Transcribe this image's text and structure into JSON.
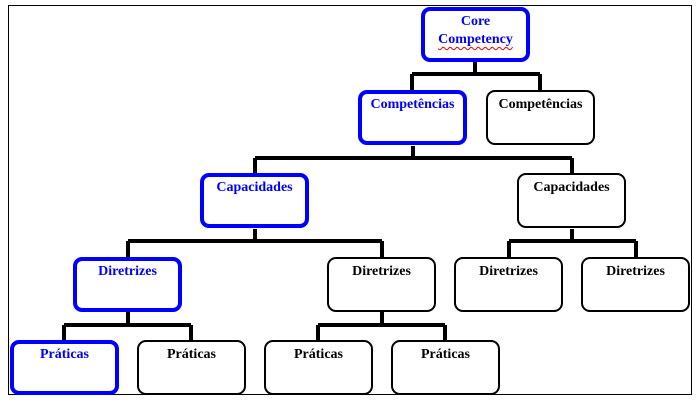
{
  "colors": {
    "highlight": "#0000ff",
    "default": "#000000"
  },
  "nodes": {
    "core": {
      "line1": "Core",
      "line2": "Competency"
    },
    "competencias_a": "Competências",
    "competencias_b": "Competências",
    "capacidades_a": "Capacidades",
    "capacidades_b": "Capacidades",
    "diretrizes_a": "Diretrizes",
    "diretrizes_b": "Diretrizes",
    "diretrizes_c": "Diretrizes",
    "diretrizes_d": "Diretrizes",
    "praticas_a": "Práticas",
    "praticas_b": "Práticas",
    "praticas_c": "Práticas",
    "praticas_d": "Práticas"
  }
}
